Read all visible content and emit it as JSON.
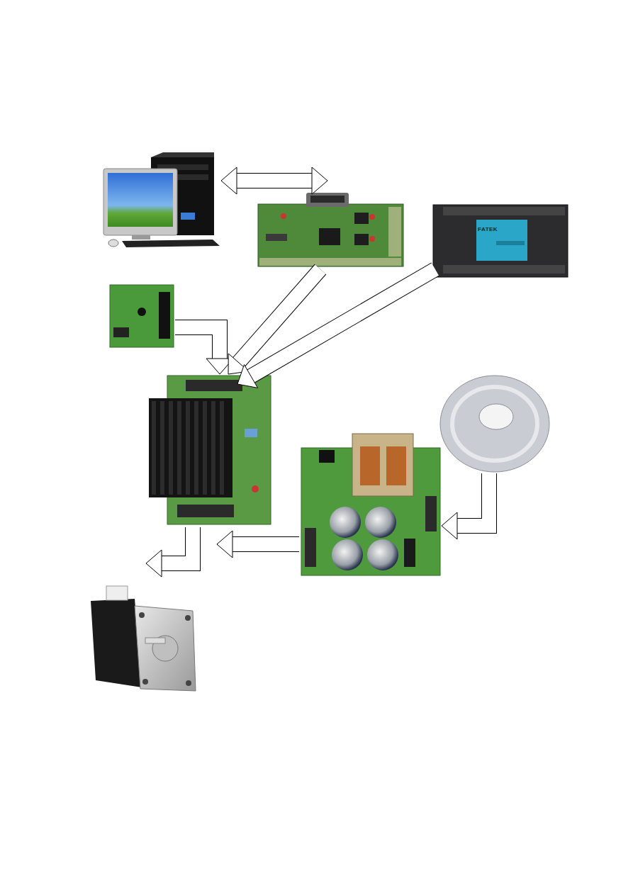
{
  "diagram": {
    "nodes": [
      {
        "text": []
      },
      {
        "text": []
      },
      {
        "text": [
          "FATEK"
        ]
      },
      {
        "text": []
      },
      {
        "text": []
      },
      {
        "text": []
      },
      {
        "text": []
      },
      {
        "text": []
      }
    ],
    "edges": [
      {
        "from": 0,
        "to": 1,
        "arrow": "both"
      },
      {
        "from": 3,
        "to": 4,
        "arrow": "to"
      },
      {
        "from": 1,
        "to": 4,
        "arrow": "to"
      },
      {
        "from": 2,
        "to": 4,
        "arrow": "to"
      },
      {
        "from": 5,
        "to": 6,
        "arrow": "to"
      },
      {
        "from": 6,
        "to": 4,
        "arrow": "to"
      },
      {
        "from": 4,
        "to": 7,
        "arrow": "to"
      }
    ]
  }
}
